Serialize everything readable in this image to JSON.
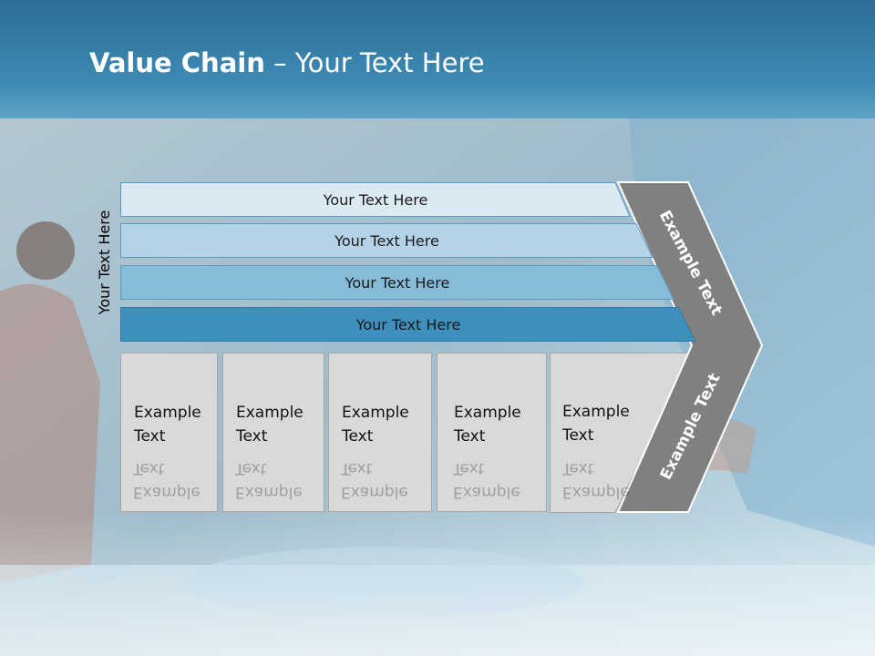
{
  "title": {
    "bold": "Value Chain",
    "rest": " – Your Text Here"
  },
  "side_label": "Your Text Here",
  "bands": [
    {
      "label": "Your Text Here",
      "color": "#dbeaf2"
    },
    {
      "label": "Your Text Here",
      "color": "#b4d3e6"
    },
    {
      "label": "Your Text Here",
      "color": "#86bcd8"
    },
    {
      "label": "Your Text Here",
      "color": "#3f8fbd"
    }
  ],
  "columns": [
    {
      "line1": "Example",
      "line2": "Text"
    },
    {
      "line1": "Example",
      "line2": "Text"
    },
    {
      "line1": "Example",
      "line2": "Text"
    },
    {
      "line1": "Example",
      "line2": "Text"
    },
    {
      "line1": "Example",
      "line2": "Text"
    }
  ],
  "chevron": {
    "upper": "Example Text",
    "lower": "Example Text",
    "color": "#808080"
  }
}
